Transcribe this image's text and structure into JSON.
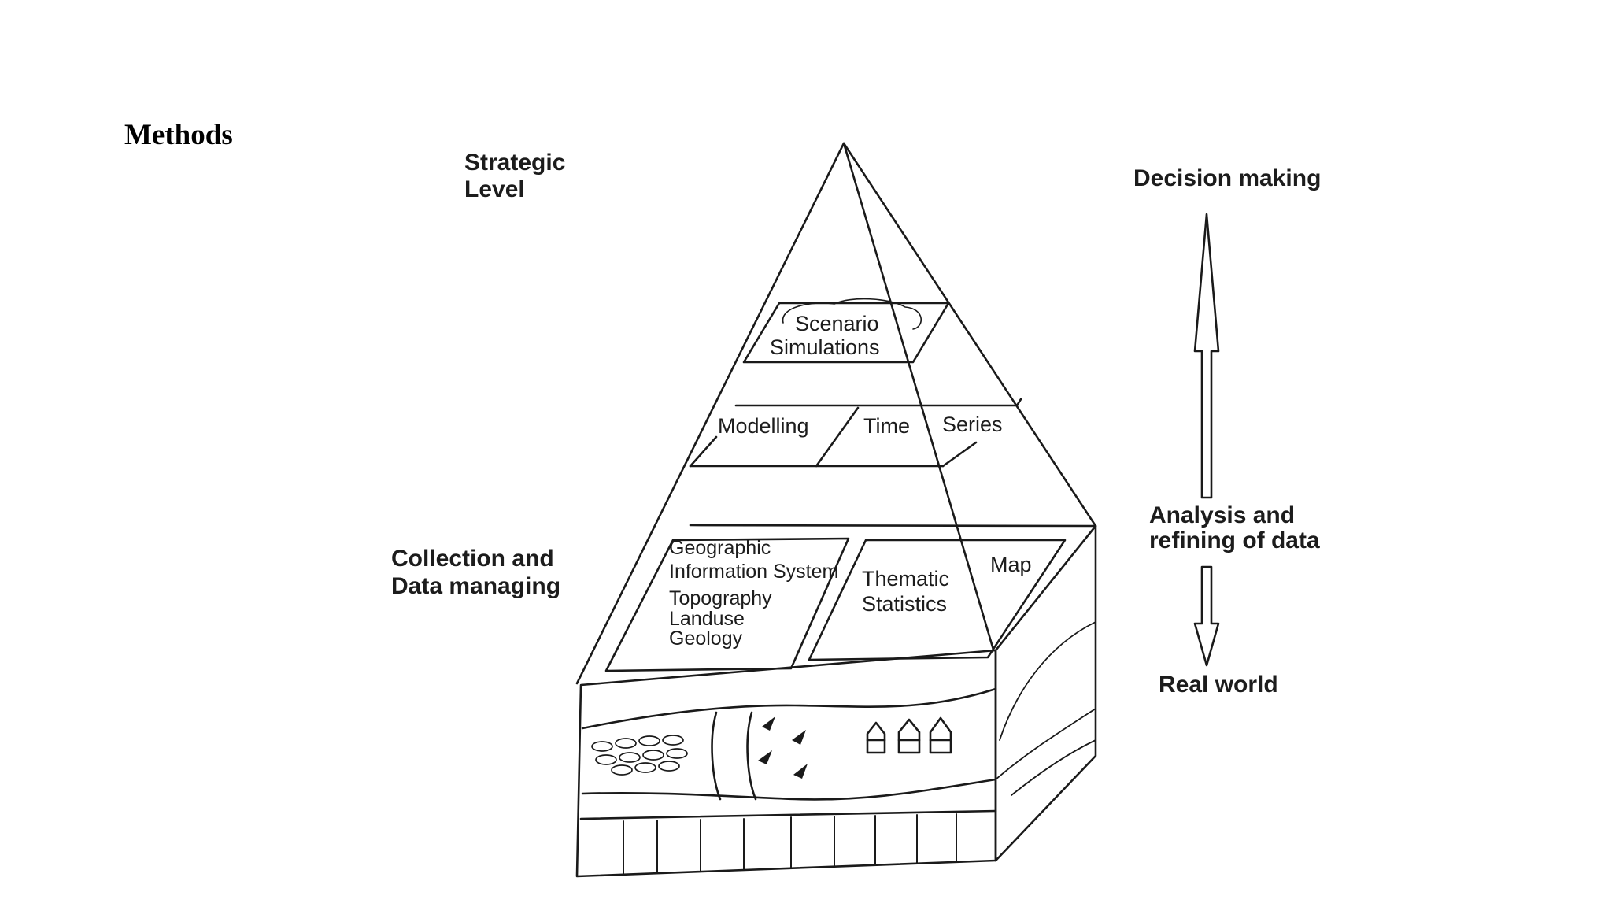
{
  "slide": {
    "title": "Methods"
  },
  "diagram": {
    "levels": {
      "strategic": [
        "Strategic",
        "Level"
      ],
      "collection": [
        "Collection and",
        "Data managing"
      ]
    },
    "flow": {
      "top": "Decision making",
      "middle": [
        "Analysis and",
        "refining of data"
      ],
      "bottom": "Real world"
    },
    "pyramid": {
      "scenario": [
        "Scenario",
        "Simulations"
      ],
      "modelling": "Modelling",
      "time": "Time",
      "series": "Series",
      "gis": [
        "Geographic",
        "Information System",
        "Topography",
        "Landuse",
        "Geology"
      ],
      "thematic": [
        "Thematic",
        "Statistics"
      ],
      "map": "Map"
    },
    "colors": {
      "line": "#1a1a1a",
      "label": "#1c1c1c"
    }
  }
}
